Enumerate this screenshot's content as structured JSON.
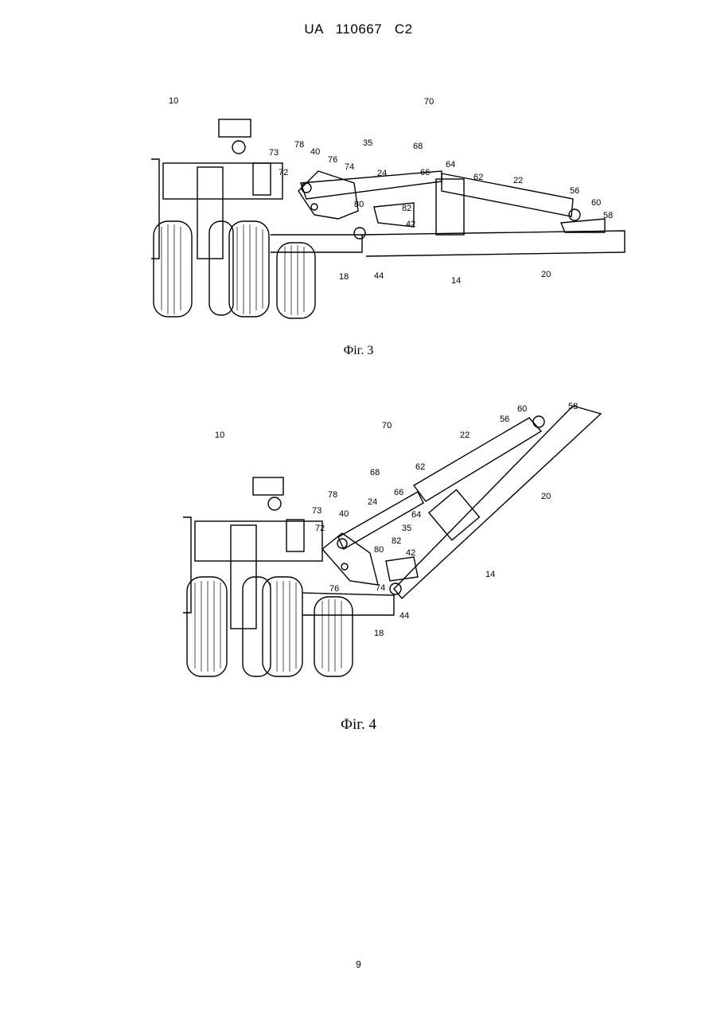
{
  "header": {
    "doc_number": "UA   110667   C2"
  },
  "figures": [
    {
      "caption": "Фіг. 3",
      "labels": {
        "l10": "10",
        "l70": "70",
        "l68": "68",
        "l35": "35",
        "l73": "73",
        "l78": "78",
        "l40": "40",
        "l76": "76",
        "l74": "74",
        "l72": "72",
        "l24": "24",
        "l66": "66",
        "l64": "64",
        "l62": "62",
        "l22": "22",
        "l56": "56",
        "l60": "60",
        "l58": "58",
        "l80": "80",
        "l82": "82",
        "l42": "42",
        "l44": "44",
        "l18": "18",
        "l14": "14",
        "l20": "20"
      }
    },
    {
      "caption": "Фіг. 4",
      "labels": {
        "l10": "10",
        "l70": "70",
        "l68": "68",
        "l60": "60",
        "l58": "58",
        "l56": "56",
        "l22": "22",
        "l62": "62",
        "l66": "66",
        "l64": "64",
        "l24": "24",
        "l20": "20",
        "l78": "78",
        "l73": "73",
        "l40": "40",
        "l35": "35",
        "l72": "72",
        "l80": "80",
        "l82": "82",
        "l42": "42",
        "l76": "76",
        "l74": "74",
        "l44": "44",
        "l14": "14",
        "l18": "18"
      }
    }
  ],
  "page_number": "9"
}
